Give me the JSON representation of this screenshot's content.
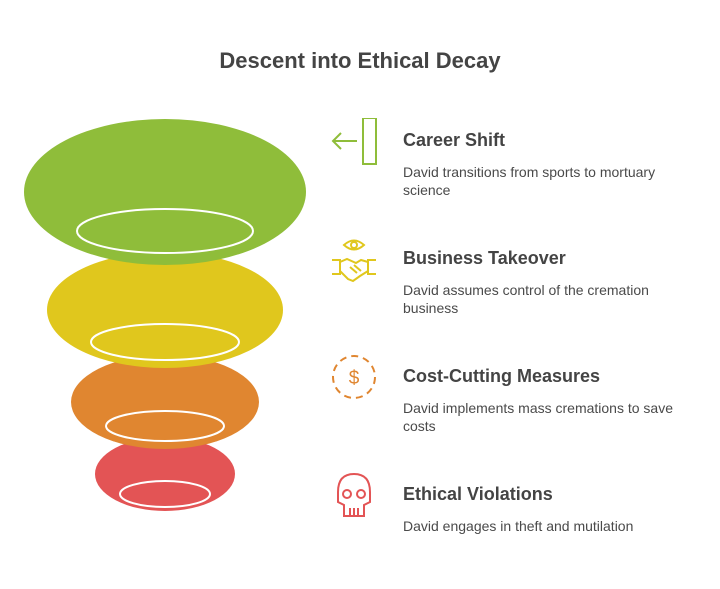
{
  "title": "Descent into Ethical Decay",
  "colors": {
    "level1": "#8fbd3a",
    "level2": "#e0c71d",
    "level3": "#e08630",
    "level4": "#e35455",
    "ring": "#ffffff",
    "title_text": "#444444"
  },
  "steps": [
    {
      "icon": "door-exit-arrow-icon",
      "heading": "Career Shift",
      "description": "David transitions from sports to mortuary science"
    },
    {
      "icon": "eye-handshake-icon",
      "heading": "Business Takeover",
      "description": "David assumes control of the cremation business"
    },
    {
      "icon": "dollar-circle-icon",
      "heading": "Cost-Cutting Measures",
      "description": "David implements mass cremations to save costs"
    },
    {
      "icon": "skull-icon",
      "heading": "Ethical Violations",
      "description": "David engages in theft and mutilation"
    }
  ]
}
